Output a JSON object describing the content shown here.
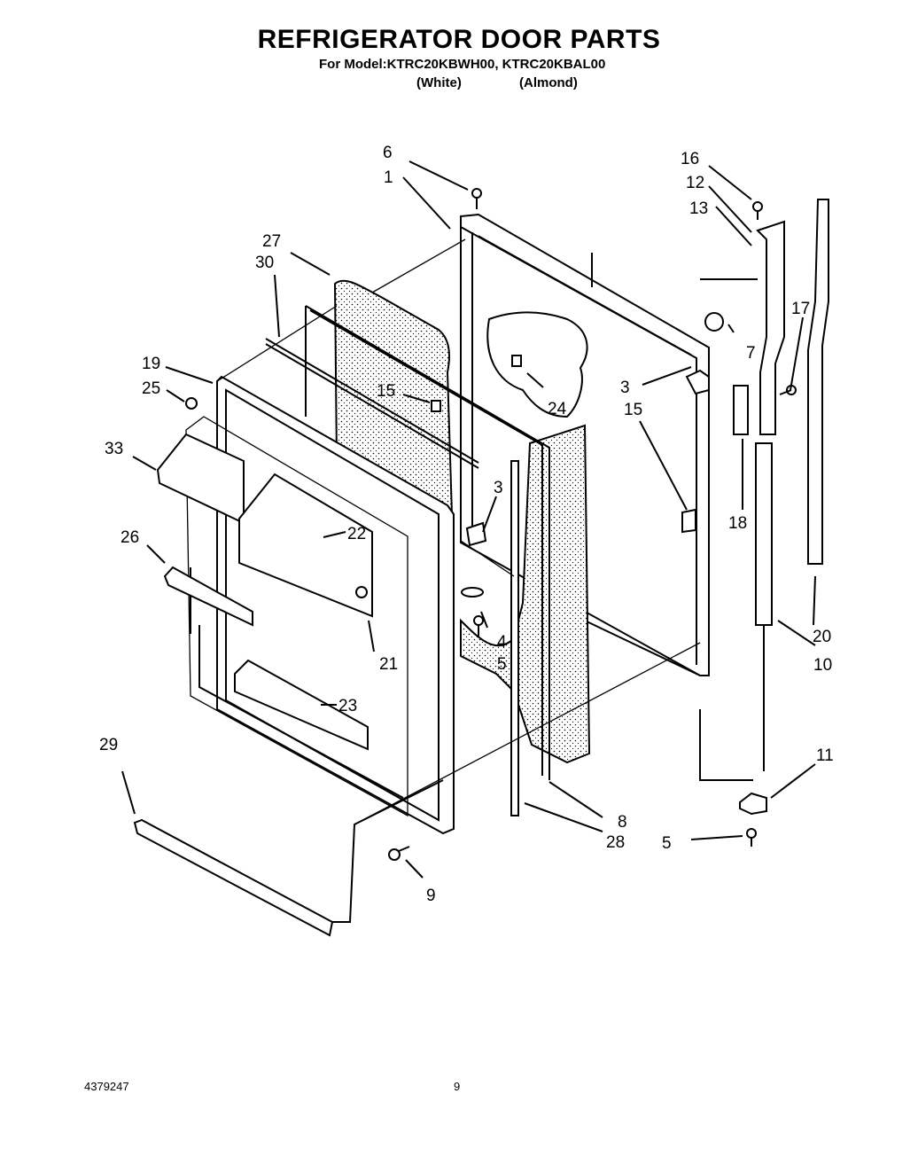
{
  "header": {
    "title": "REFRIGERATOR DOOR PARTS",
    "model_line": "For Model:KTRC20KBWH00, KTRC20KBAL00",
    "variant_white": "(White)",
    "variant_almond": "(Almond)"
  },
  "callouts": {
    "c1": "1",
    "c3a": "3",
    "c3b": "3",
    "c4": "4",
    "c5a": "5",
    "c5b": "5",
    "c6": "6",
    "c7": "7",
    "c8": "8",
    "c9": "9",
    "c10": "10",
    "c11": "11",
    "c12": "12",
    "c13": "13",
    "c15a": "15",
    "c15b": "15",
    "c16": "16",
    "c17": "17",
    "c18": "18",
    "c19": "19",
    "c20": "20",
    "c21": "21",
    "c22": "22",
    "c23": "23",
    "c24": "24",
    "c25": "25",
    "c26": "26",
    "c27": "27",
    "c28": "28",
    "c29": "29",
    "c30": "30",
    "c33": "33"
  },
  "footer": {
    "doc_number": "4379247",
    "page": "9"
  }
}
